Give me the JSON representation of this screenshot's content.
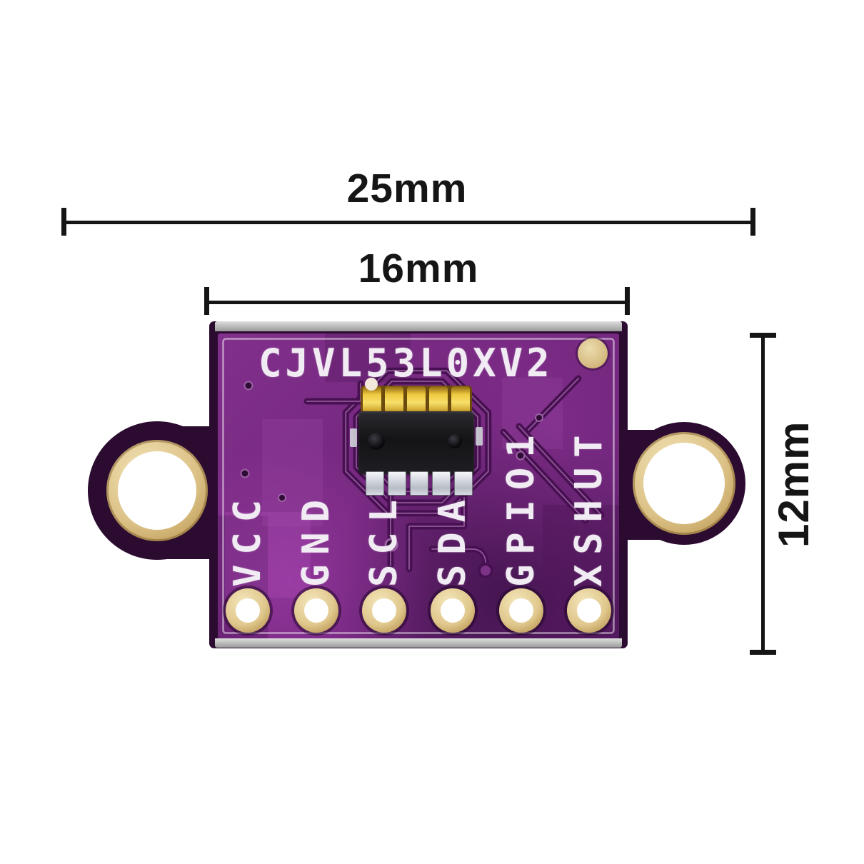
{
  "colors": {
    "dim": "#151515",
    "board_edge": "#2c0b31",
    "pcb_purple": "#76297f",
    "trace_dark": "#471051",
    "trace_light": "#a468ab",
    "silkscreen": "#f1ecf3",
    "gold": "#dcc287",
    "silver": "#c9cdd4",
    "chip_black": "#17171a",
    "background": "#ffffff"
  },
  "dimensions": {
    "overall_width": {
      "value": "25mm"
    },
    "pin_row_width": {
      "value": "16mm"
    },
    "board_height": {
      "value": "12mm"
    }
  },
  "board": {
    "silkscreen_title": "CJVL53L0XV2",
    "pins": [
      {
        "label": "VCC"
      },
      {
        "label": "GND"
      },
      {
        "label": "SCL"
      },
      {
        "label": "SDA"
      },
      {
        "label": "GPIO1"
      },
      {
        "label": "XSHUT"
      }
    ]
  }
}
